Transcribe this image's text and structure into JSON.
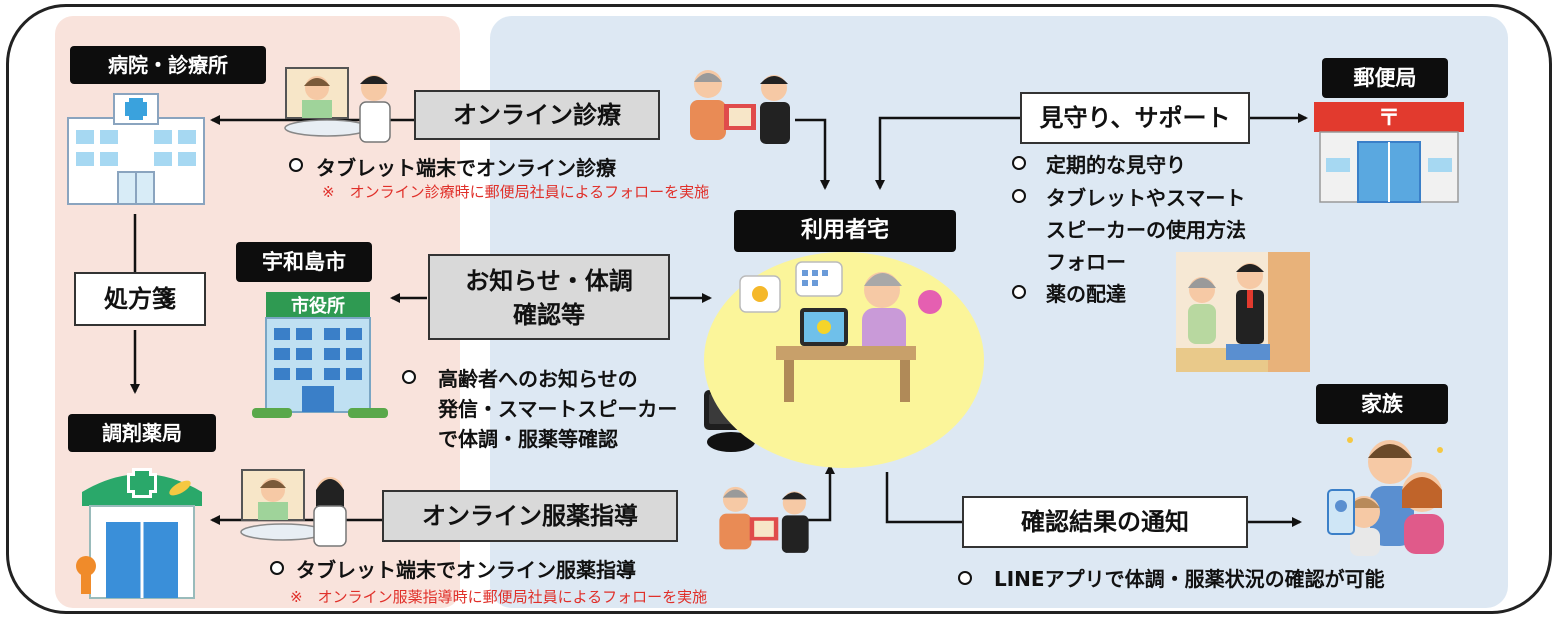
{
  "labels": {
    "hospital": "病院・診療所",
    "city": "宇和島市",
    "pharmacy": "調剤薬局",
    "home": "利用者宅",
    "post_office": "郵便局",
    "family": "家族",
    "city_hall_sign": "市役所"
  },
  "flows": {
    "online_medical": "オンライン診療",
    "notice_line1": "お知らせ・体調",
    "notice_line2": "確認等",
    "online_medication": "オンライン服薬指導",
    "watch_support": "見守り、サポート",
    "result_notify": "確認結果の通知",
    "prescription": "処方箋"
  },
  "texts": {
    "online_medical_desc": "タブレット端末でオンライン診療",
    "online_medical_note": "※　オンライン診療時に郵便局社員によるフォローを実施",
    "city_desc_1": "高齢者へのお知らせの",
    "city_desc_2": "発信・スマートスピーカー",
    "city_desc_3": "で体調・服薬等確認",
    "medication_desc": "タブレット端末でオンライン服薬指導",
    "medication_note": "※　オンライン服薬指導時に郵便局社員によるフォローを実施",
    "watch_1": "定期的な見守り",
    "watch_2a": "タブレットやスマート",
    "watch_2b": "スピーカーの使用方法",
    "watch_2c": "フォロー",
    "watch_3": "薬の配達",
    "family_desc": "LINEアプリで体調・服薬状況の確認が可能"
  },
  "colors": {
    "hospital_area": "#f9e3dc",
    "service_area": "#dde8f3",
    "label_bg": "#0d0d0d",
    "flow_box": "#d9d9d9",
    "note": "#e0302a",
    "home_glow": "#fbf59a",
    "post_red": "#e23a2e"
  }
}
